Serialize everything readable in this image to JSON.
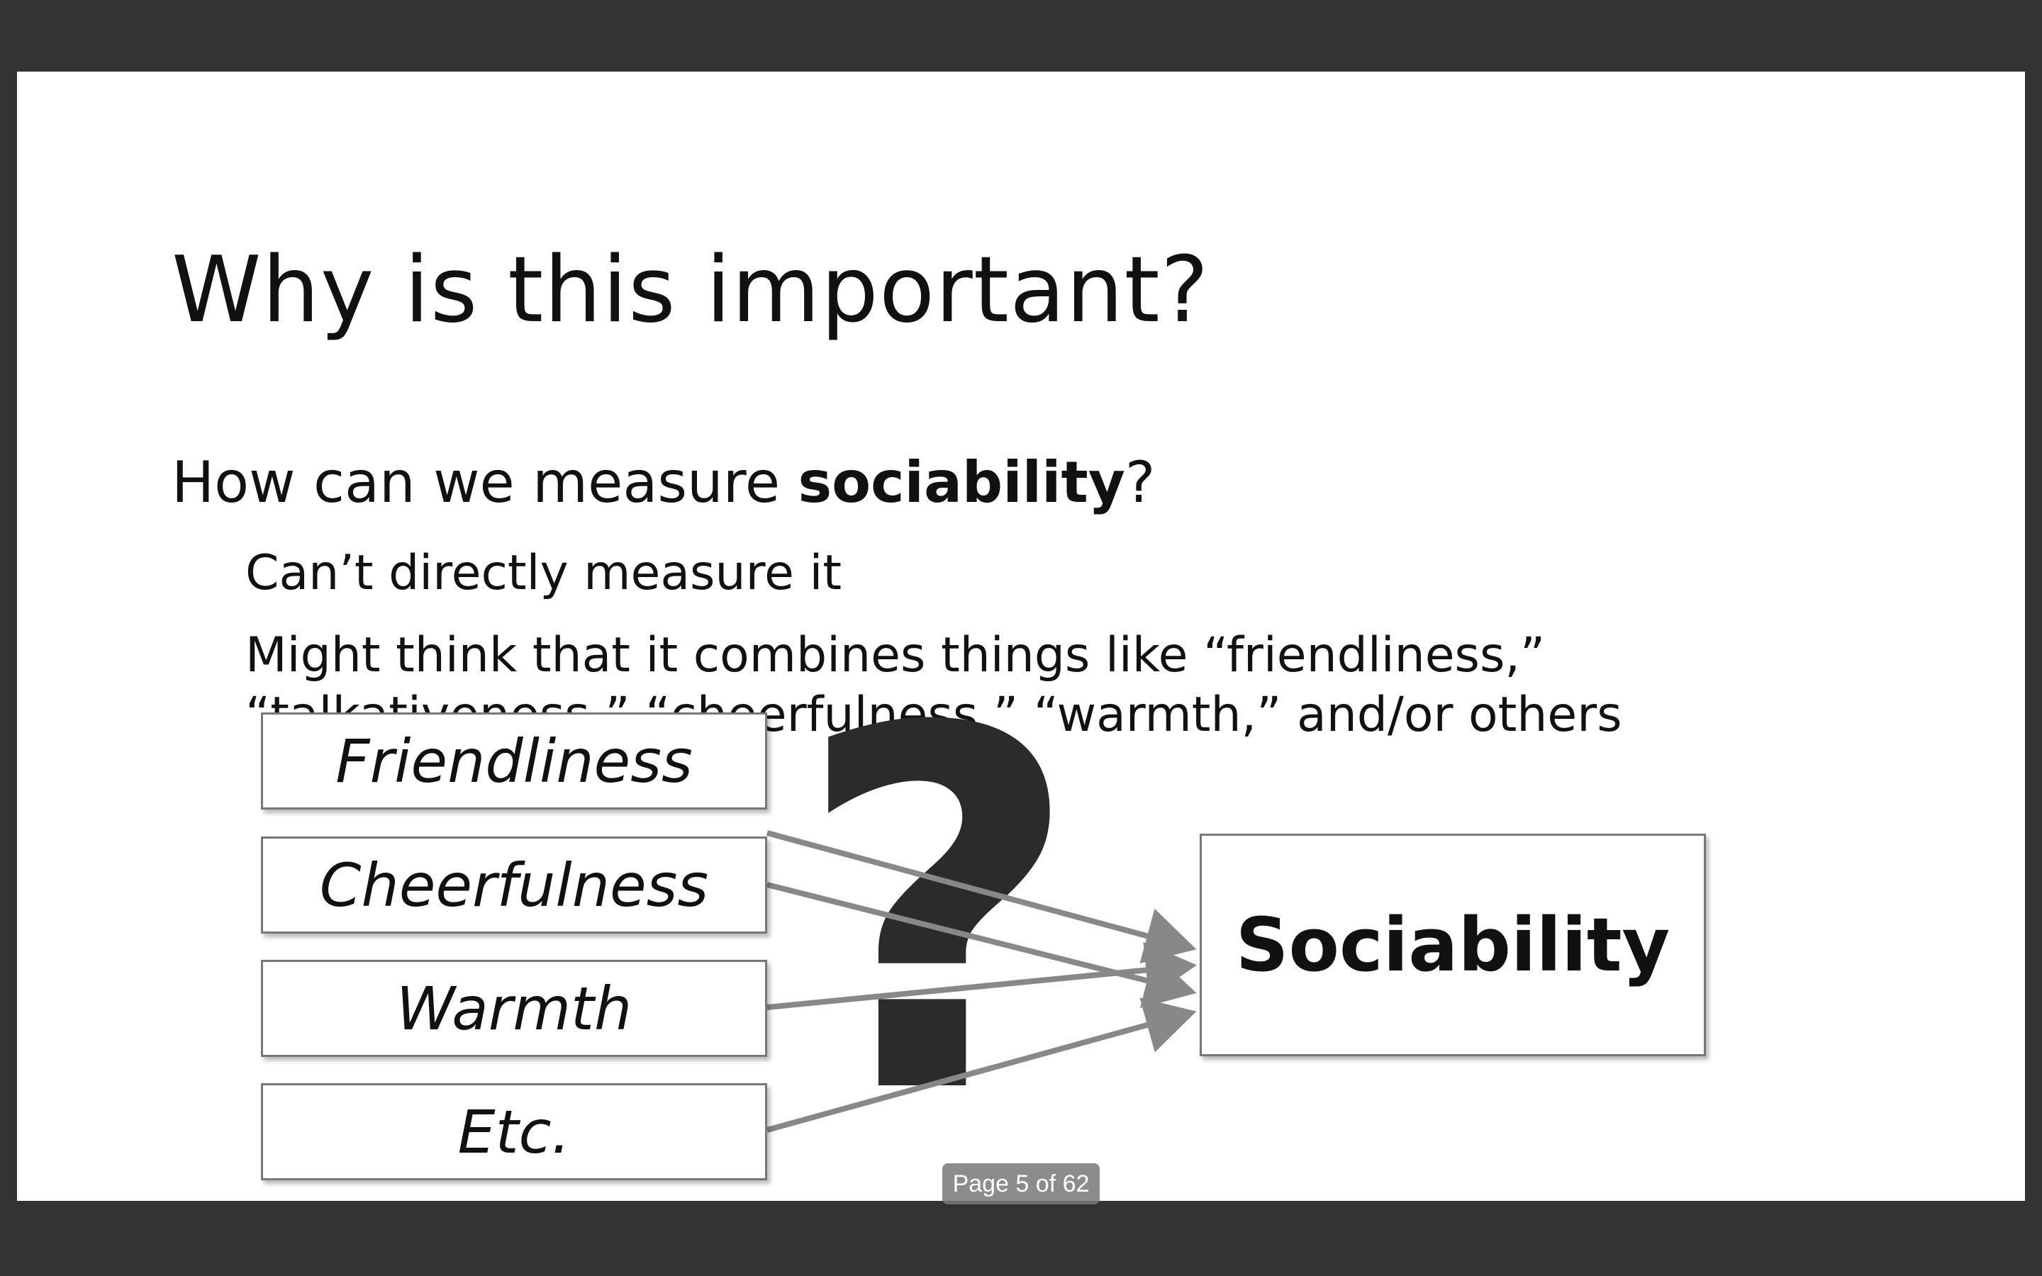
{
  "slide": {
    "title": "Why is this important?",
    "question": {
      "prefix": "How can we measure ",
      "emphasis": "sociability",
      "suffix": "?"
    },
    "sub_bullets": [
      {
        "text": "Can’t directly measure it"
      },
      {
        "text": "Might think that it combines things like “friendliness,”"
      },
      {
        "text": "“talkativeness,” “cheerfulness,” “warmth,” and/or others"
      }
    ],
    "diagram": {
      "facets": [
        "Friendliness",
        "Cheerfulness",
        "Warmth",
        "Etc."
      ],
      "target": "Sociability",
      "overlay_symbol": "?"
    }
  },
  "page_indicator": "Page 5 of 62"
}
